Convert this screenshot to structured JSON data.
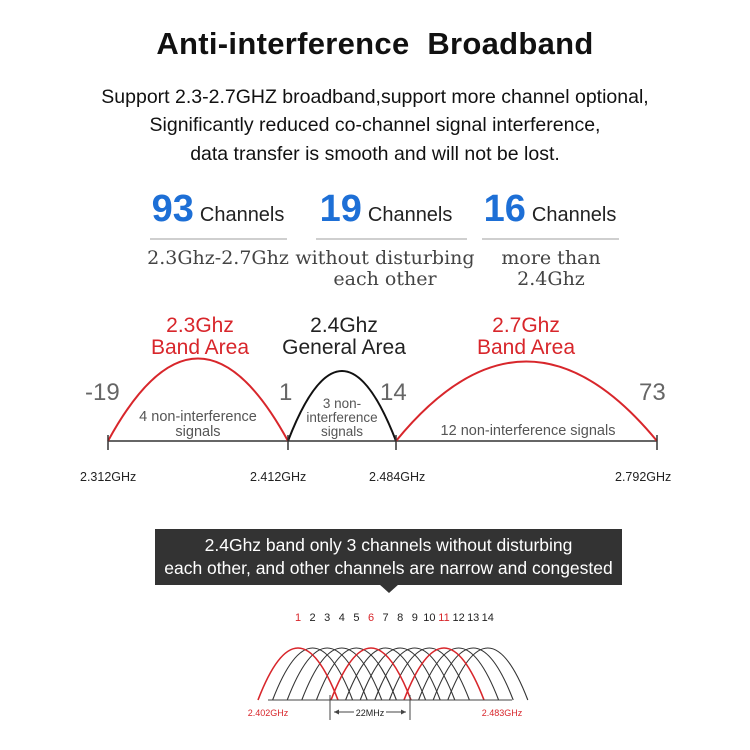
{
  "title": "Anti-interference  Broadband",
  "subtitle_lines": [
    "Support 2.3-2.7GHZ broadband,support more channel optional,",
    "Significantly reduced co-channel signal interference,",
    "data transfer is smooth and will not be lost."
  ],
  "stats": [
    {
      "number": "93",
      "unit": "Channels",
      "desc_lines": [
        "2.3Ghz-2.7Ghz"
      ]
    },
    {
      "number": "19",
      "unit": "Channels",
      "desc_lines": [
        "without disturbing",
        "each other"
      ]
    },
    {
      "number": "16",
      "unit": "Channels",
      "desc_lines": [
        "more than",
        "2.4Ghz"
      ]
    }
  ],
  "bands": [
    {
      "line1": "2.3Ghz",
      "line2": "Band Area",
      "color": "#d8262b"
    },
    {
      "line1": "2.4Ghz",
      "line2": "General Area",
      "color": "#222222"
    },
    {
      "line1": "2.7Ghz",
      "line2": "Band Area",
      "color": "#d8262b"
    }
  ],
  "channel_markers": [
    "-19",
    "1",
    "14",
    "73"
  ],
  "inner_labels": {
    "left": [
      "4 non-interference",
      "signals"
    ],
    "middle": [
      "3 non-",
      "interference",
      "signals"
    ],
    "right": [
      "12 non-interference signals"
    ]
  },
  "frequencies": [
    "2.312GHz",
    "2.412GHz",
    "2.484GHz",
    "2.792GHz"
  ],
  "banner_lines": [
    "2.4Ghz band only 3 channels without disturbing",
    "each other, and other channels are narrow and congested"
  ],
  "diagram": {
    "channels": [
      "1",
      "2",
      "3",
      "4",
      "5",
      "6",
      "7",
      "8",
      "9",
      "10",
      "11",
      "12",
      "13",
      "14"
    ],
    "highlighted_channels": [
      "1",
      "6",
      "11"
    ],
    "start_freq": "2.402GHz",
    "end_freq": "2.483GHz",
    "width_label": "22MHz"
  },
  "colors": {
    "accent_blue": "#1d6fd6",
    "accent_red": "#d8262b",
    "banner_bg": "#333333"
  }
}
